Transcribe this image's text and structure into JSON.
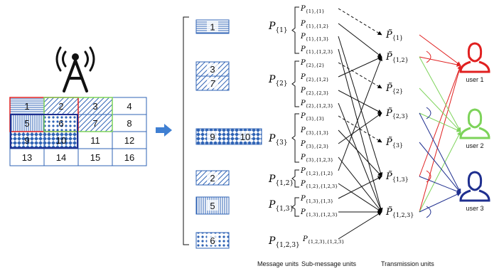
{
  "grid": {
    "rows": [
      [
        "1",
        "2",
        "3",
        "4"
      ],
      [
        "5",
        "6",
        "7",
        "8"
      ],
      [
        "9",
        "10",
        "11",
        "12"
      ],
      [
        "13",
        "14",
        "15",
        "16"
      ]
    ]
  },
  "blocks": [
    "1",
    "3",
    "7",
    "9",
    "10",
    "2",
    "5",
    "6"
  ],
  "message_units": [
    "{1}",
    "{2}",
    "{3}",
    "{1,2}",
    "{1,3}",
    "{1,2,3}"
  ],
  "sub_message_units": [
    "{1},{1}",
    "{1},{1,2}",
    "{1},{1,3}",
    "{1},{1,2,3}",
    "{2},{2}",
    "{2},{1,2}",
    "{2},{2,3}",
    "{2},{1,2,3}",
    "{3},{3}",
    "{3},{1,3}",
    "{3},{2,3}",
    "{3},{1,2,3}",
    "{1,2},{1,2}",
    "{1,2},{1,2,3}",
    "{1,3},{1,3}",
    "{1,3},{1,2,3}",
    "{1,2,3},{1,2,3}"
  ],
  "transmission_units": [
    "{1}",
    "{1,2}",
    "{2}",
    "{2,3}",
    "{3}",
    "{1,3}",
    "{1,2,3}"
  ],
  "users": [
    "user 1",
    "user 2",
    "user 3"
  ],
  "captions": {
    "message": "Message units",
    "submessage": "Sub-message units",
    "transmission": "Transmission units"
  },
  "colors": {
    "user1": "#e02020",
    "user2": "#7dd35a",
    "user3": "#1f2f8f",
    "blue": "#2f63b5",
    "arrow": "#3f7fd2"
  }
}
